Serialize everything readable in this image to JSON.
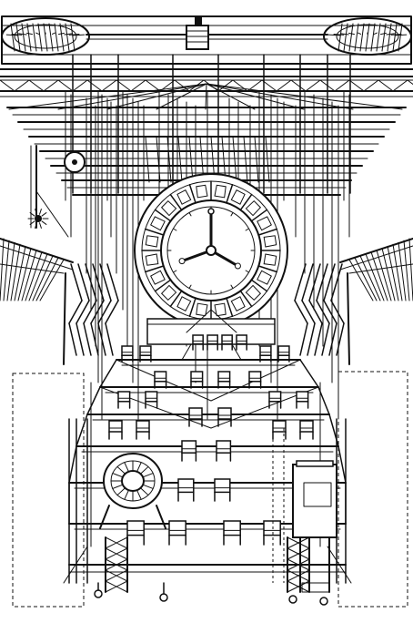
{
  "illustration": {
    "style": "line-engraving",
    "colors": {
      "ink": "#111111",
      "paper": "#ffffff"
    },
    "clock_hands": {
      "hour": 8,
      "minute": 20
    },
    "seat_rows": [
      {
        "label": "row-top",
        "chairs": 4
      },
      {
        "label": "row-upper",
        "chairs": 6
      },
      {
        "label": "row-middle",
        "chairs": 6
      },
      {
        "label": "row-lower",
        "chairs": 4
      },
      {
        "label": "row-bottom",
        "chairs": 4
      }
    ],
    "icons": [
      "clock-icon",
      "chair-icon",
      "wheel-icon",
      "lamp-icon",
      "pulley-icon",
      "flywheel-icon"
    ]
  }
}
